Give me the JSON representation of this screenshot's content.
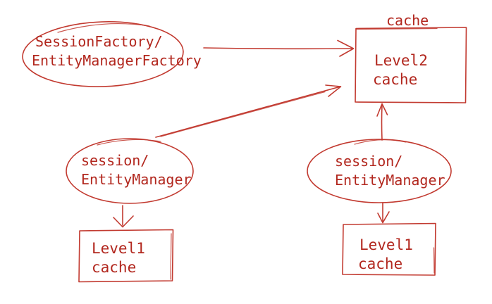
{
  "diagram": {
    "colors": {
      "ink": "#c23a30",
      "text": "#b2271e",
      "background": "#ffffff"
    },
    "nodes": {
      "session_factory": {
        "shape": "ellipse",
        "line1": "SessionFactory/",
        "line2": "EntityManagerFactory"
      },
      "level2_cache": {
        "shape": "rect",
        "label_above": "cache",
        "line1": "Level2",
        "line2": "cache"
      },
      "session_left": {
        "shape": "ellipse",
        "line1": "session/",
        "line2": "EntityManager"
      },
      "session_right": {
        "shape": "ellipse",
        "line1": "session/",
        "line2": "EntityManager"
      },
      "level1_cache_left": {
        "shape": "rect",
        "line1": "Level1",
        "line2": "cache"
      },
      "level1_cache_right": {
        "shape": "rect",
        "line1": "Level1",
        "line2": "cache"
      }
    },
    "edges": [
      {
        "from": "session_factory",
        "to": "level2_cache",
        "style": "arrow"
      },
      {
        "from": "session_left",
        "to": "level2_cache",
        "style": "arrow"
      },
      {
        "from": "session_right",
        "to": "level2_cache",
        "style": "arrow"
      },
      {
        "from": "session_left",
        "to": "level1_cache_left",
        "style": "arrow"
      },
      {
        "from": "session_right",
        "to": "level1_cache_right",
        "style": "arrow"
      }
    ]
  }
}
